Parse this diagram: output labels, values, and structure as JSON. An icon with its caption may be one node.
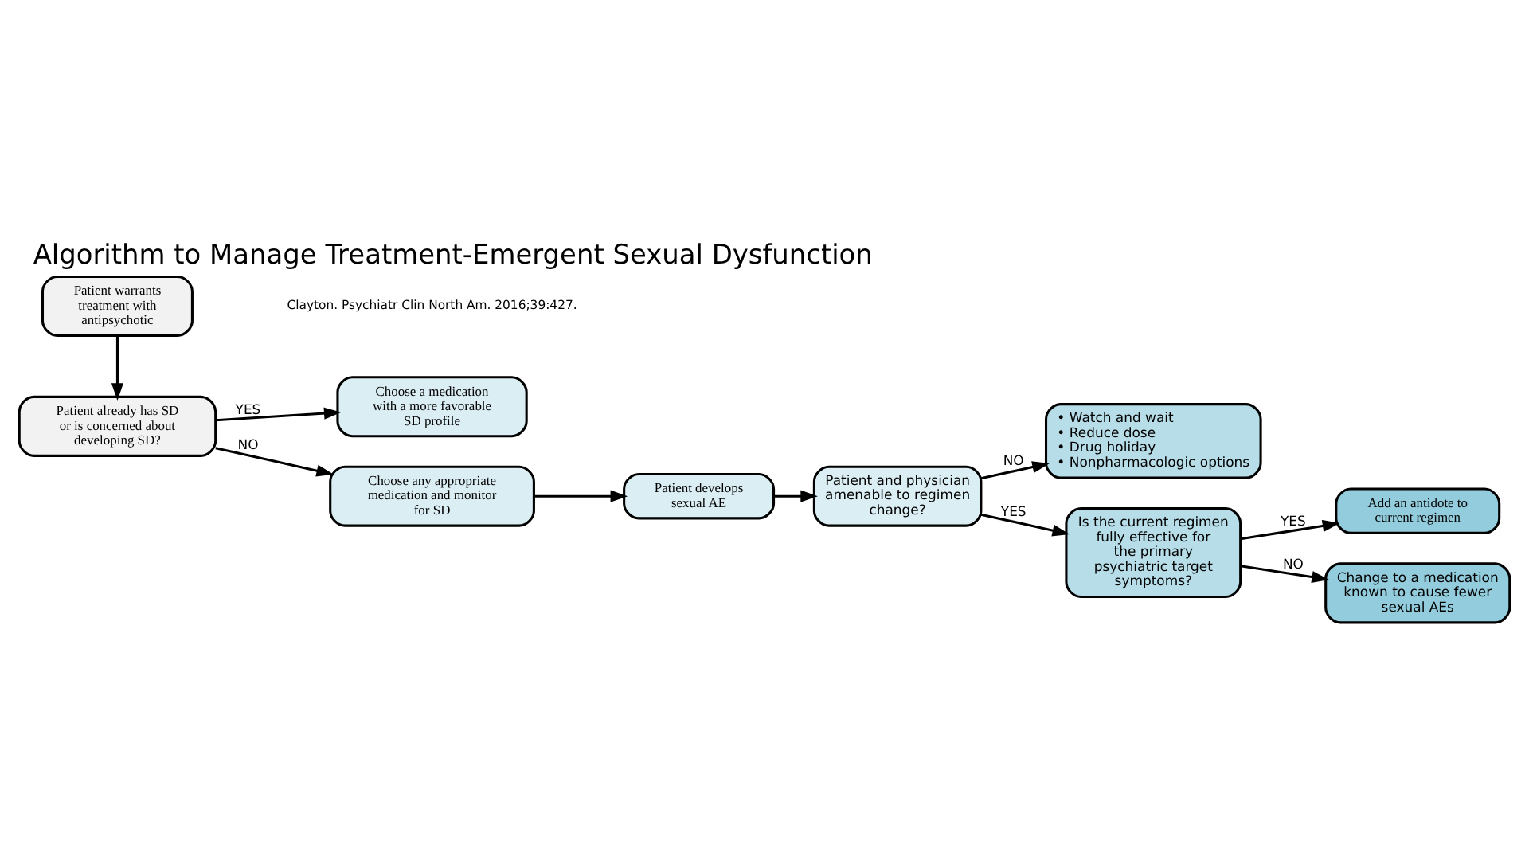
{
  "diagram": {
    "title": "Algorithm to Manage Treatment-Emergent Sexual Dysfunction",
    "nodes": [
      {
        "text": [
          "Patient warrants treatment with antipsychotic"
        ]
      },
      {
        "text": [
          "Patient already has SD or is concerned about developing SD?"
        ]
      },
      {
        "text": [
          "Choose a medication with a more favorable SD profile"
        ]
      },
      {
        "text": [
          "Choose any appropriate medication and monitor for SD"
        ]
      },
      {
        "text": [
          "Patient develops sexual AE"
        ]
      },
      {
        "text": [
          "Patient and physician amenable to regimen change?"
        ]
      },
      {
        "text": [
          "• Watch and wait",
          "• Reduce dose",
          "• Drug holiday",
          "• Nonpharmacologic options"
        ]
      },
      {
        "text": [
          "Is the current regimen fully effective for the primary psychiatric target symptoms?"
        ]
      },
      {
        "text": [
          "Add an antidote to current regimen"
        ]
      },
      {
        "text": [
          "Change to a medication known to cause fewer sexual AEs"
        ]
      }
    ],
    "edges": [
      {
        "from": 0,
        "to": 1,
        "arrow": "to"
      },
      {
        "from": 1,
        "to": 2,
        "arrow": "to",
        "label": "YES"
      },
      {
        "from": 1,
        "to": 3,
        "arrow": "to",
        "label": "NO"
      },
      {
        "from": 3,
        "to": 4,
        "arrow": "to"
      },
      {
        "from": 4,
        "to": 5,
        "arrow": "to"
      },
      {
        "from": 5,
        "to": 6,
        "arrow": "to",
        "label": "NO"
      },
      {
        "from": 5,
        "to": 7,
        "arrow": "to",
        "label": "YES"
      },
      {
        "from": 7,
        "to": 8,
        "arrow": "to",
        "label": "YES"
      },
      {
        "from": 7,
        "to": 9,
        "arrow": "to",
        "label": "NO"
      }
    ],
    "labels": [
      "Clayton. Psychiatr Clin North Am. 2016;39:427."
    ]
  }
}
